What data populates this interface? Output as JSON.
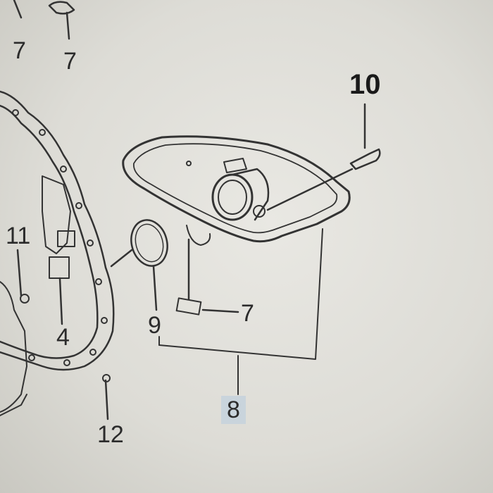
{
  "callouts": {
    "c7a": "7",
    "c7b": "7",
    "c10": "10",
    "c11": "11",
    "c4": "4",
    "c7c": "7",
    "c9": "9",
    "c12": "12",
    "c8": "8"
  },
  "colors": {
    "line": "#3a3a3a",
    "highlight": "#c9d4dc"
  }
}
